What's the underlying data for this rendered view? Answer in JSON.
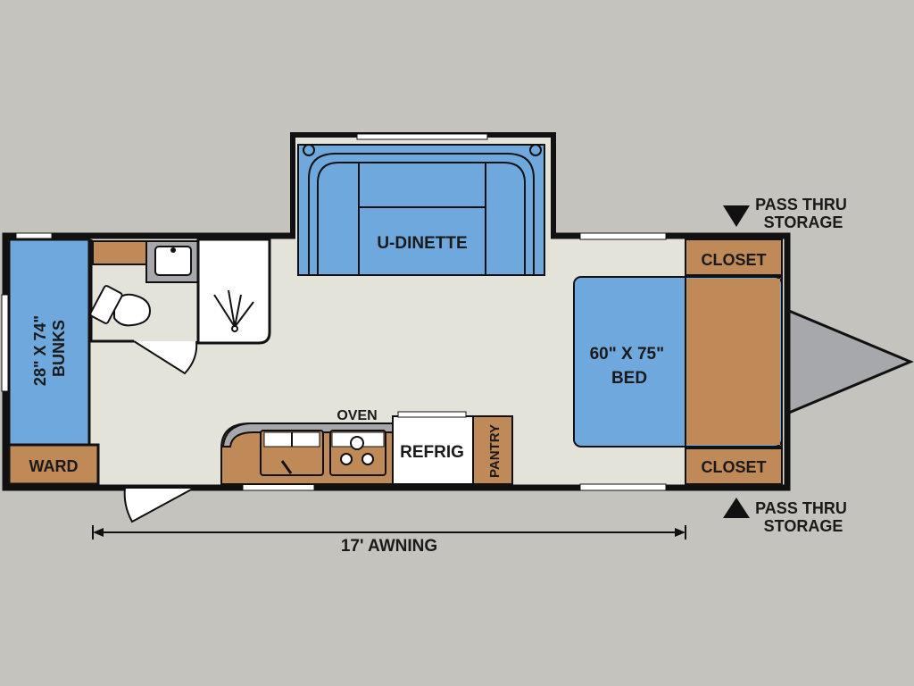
{
  "colors": {
    "background": "#c4c3be",
    "floor": "#e4e3da",
    "wall": "#111111",
    "blue": "#6fa8dc",
    "tan": "#c08a58",
    "white": "#ffffff",
    "gray": "#a7a8ab"
  },
  "labels": {
    "dinette": "U-DINETTE",
    "bunks_line1": "28\" X 74\"",
    "bunks_line2": "BUNKS",
    "ward": "WARD",
    "closet_top": "CLOSET",
    "closet_bottom": "CLOSET",
    "bed_line1": "60\" X 75\"",
    "bed_line2": "BED",
    "oven": "OVEN",
    "refrig": "REFRIG",
    "pantry": "PANTRY",
    "awning": "17' AWNING",
    "pass_thru_top_line1": "PASS THRU",
    "pass_thru_top_line2": "STORAGE",
    "pass_thru_bottom_line1": "PASS THRU",
    "pass_thru_bottom_line2": "STORAGE"
  }
}
